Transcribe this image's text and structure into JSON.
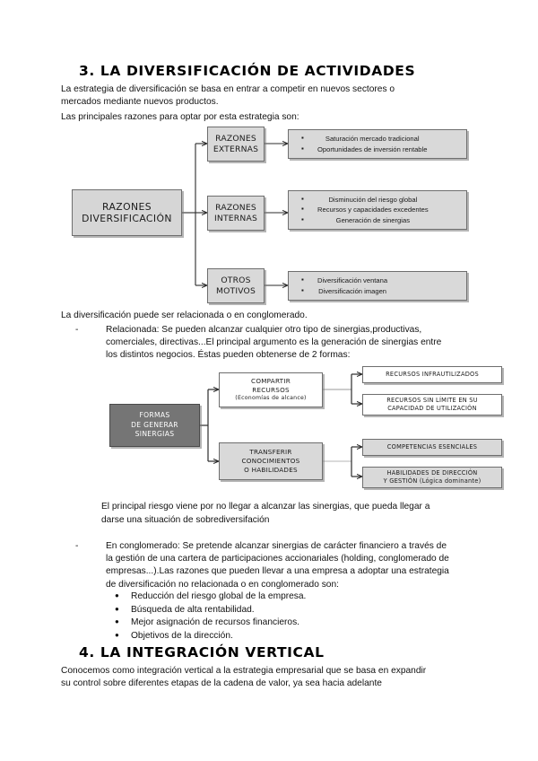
{
  "document": {
    "sections": [
      {
        "id": "sec3",
        "heading": "3. LA DIVERSIFICACIÓN DE ACTIVIDADES",
        "intro_l1": "La estrategia de diversificación se basa en entrar a competir en nuevos sectores o",
        "intro_l2": "mercados mediante nuevos productos.",
        "intro_l3": "Las principales razones para optar por esta estrategia son:"
      },
      {
        "id": "sec4",
        "heading": "4. LA INTEGRACIÓN VERTICAL",
        "intro_l1": "Conocemos como  integración vertical a la estrategia empresarial que se basa en expandir",
        "intro_l2": "su control sobre diferentes etapas de la cadena de valor, ya sea hacia adelante"
      }
    ],
    "mid_text": {
      "line_relacionada_intro": "La diversificación puede ser relacionada o en conglomerado.",
      "dash": "-",
      "relacionada_l1": "Relacionada: Se pueden alcanzar cualquier otro tipo de sinergias,productivas,",
      "relacionada_l2": "comerciales, directivas...El principal argumento es la generación de sinergias entre",
      "relacionada_l3": "los distintos negocios. Éstas pueden obtenerse de 2 formas:"
    },
    "risk_text": {
      "l1": "El principal riesgo viene por no llegar a alcanzar las sinergias, que pueda llegar a",
      "l2": "darse una situación de sobrediversifación"
    },
    "conglomerado": {
      "dash": "-",
      "l1": "En conglomerado: Se pretende alcanzar sinergias de carácter financiero a través de",
      "l2": "la gestión de una cartera de participaciones accionariales (holding, conglomerado de",
      "l3": "empresas...).Las razones que pueden llevar a una empresa a adoptar una estrategia",
      "l4": "de diversificación no relacionada o en conglomerado son:",
      "bullets": [
        "Reducción del riesgo global de la empresa.",
        "Búsqueda de alta rentabilidad.",
        "Mejor asignación de recursos financieros.",
        "Objetivos de la dirección."
      ]
    }
  },
  "diagram_razones": {
    "root": "RAZONES\nDIVERSIFICACIÓN",
    "root_line1": "RAZONES",
    "root_line2": "DIVERSIFICACIÓN",
    "branches": [
      {
        "node_line1": "RAZONES",
        "node_line2": "EXTERNAS",
        "items": [
          "Saturación mercado tradicional",
          "Oportunidades de inversión rentable"
        ]
      },
      {
        "node_line1": "RAZONES",
        "node_line2": "INTERNAS",
        "items": [
          "Disminución del riesgo global",
          "Recursos y capacidades excedentes",
          "Generación de sinergias"
        ]
      },
      {
        "node_line1": "OTROS",
        "node_line2": "MOTIVOS",
        "items": [
          "Diversificación ventana",
          "Diversificación imagen"
        ]
      }
    ]
  },
  "diagram_sinergias": {
    "root_line1": "FORMAS",
    "root_line2": "DE GENERAR",
    "root_line3": "SINERGIAS",
    "branches": [
      {
        "node_line1": "COMPARTIR",
        "node_line2": "RECURSOS",
        "node_sub": "(Economías de alcance)",
        "leaves": [
          {
            "line1": "RECURSOS INFRAUTILIZADOS",
            "line2": ""
          },
          {
            "line1": "RECURSOS SIN LÍMITE EN SU",
            "line2": "CAPACIDAD DE UTILIZACIÓN"
          }
        ]
      },
      {
        "node_line1": "TRANSFERIR",
        "node_line2": "CONOCIMIENTOS",
        "node_line3": "O HABILIDADES",
        "node_sub": "",
        "leaves": [
          {
            "line1": "COMPETENCIAS ESENCIALES",
            "line2": ""
          },
          {
            "line1": "HABILIDADES DE DIRECCIÓN",
            "line2": "Y GESTIÓN (Lógica dominante)"
          }
        ]
      }
    ]
  },
  "colors": {
    "page_bg": "#ffffff",
    "box_fill_light": "#d9d9d9",
    "box_fill_dark": "#757575",
    "box_border": "#6e6e6e",
    "text": "#111111"
  }
}
